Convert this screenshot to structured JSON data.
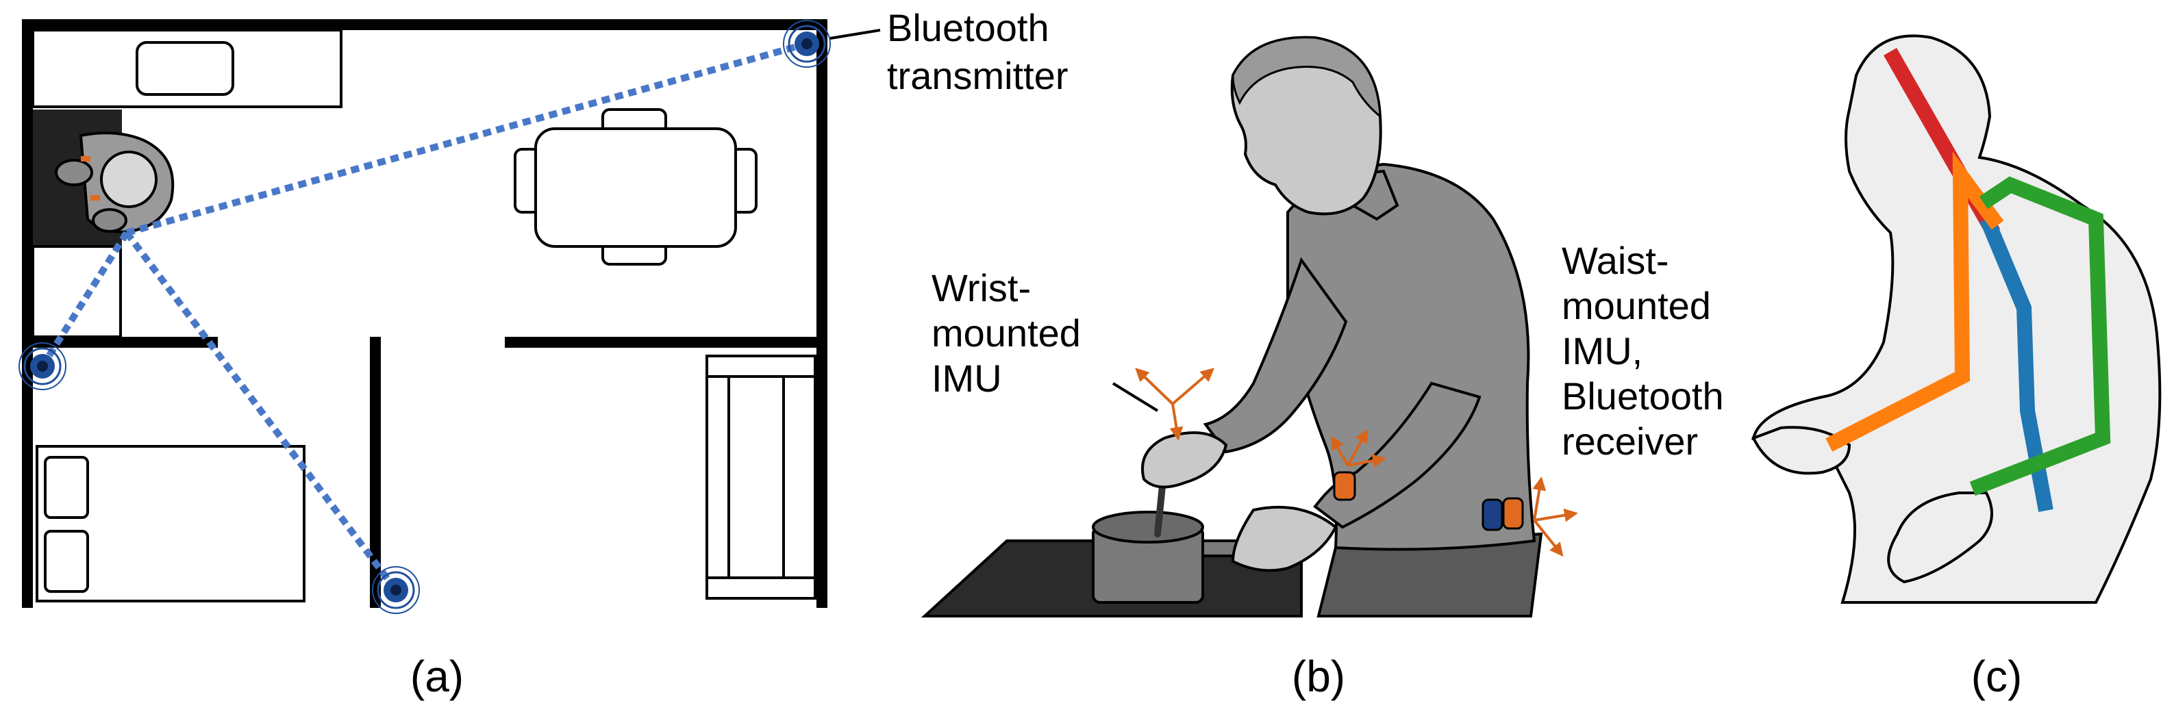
{
  "panel_a": {
    "caption": "(a)",
    "transmitter_label_line1": "Bluetooth",
    "transmitter_label_line2": "transmitter"
  },
  "panel_b": {
    "caption": "(b)",
    "wrist_label_line1": "Wrist-",
    "wrist_label_line2": "mounted",
    "wrist_label_line3": "IMU",
    "waist_label_line1": "Waist-",
    "waist_label_line2": "mounted",
    "waist_label_line3": "IMU,",
    "waist_label_line4": "Bluetooth",
    "waist_label_line5": "receiver"
  },
  "panel_c": {
    "caption": "(c)"
  },
  "colors": {
    "beacon": "#1f4f9a",
    "signal_path": "#4a78c8",
    "imu_axes": "#d8651a",
    "imu_wrist_sensor": "#e06a20",
    "imu_waist_sensor": "#1c3f86",
    "skeleton_head": "#d62728",
    "skeleton_spine": "#1f77b4",
    "skeleton_right_arm": "#2ca02c",
    "skeleton_left_arm": "#ff7f0e"
  }
}
